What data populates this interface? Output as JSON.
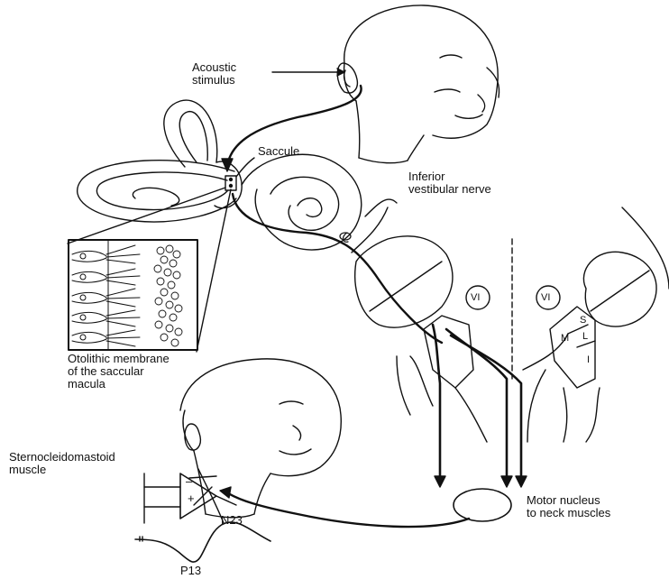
{
  "labels": {
    "acoustic_stimulus_1": "Acoustic",
    "acoustic_stimulus_2": "stimulus",
    "saccule": "Saccule",
    "inferior_vestibular_nerve_1": "Inferior",
    "inferior_vestibular_nerve_2": "vestibular nerve",
    "otolithic_1": "Otolithic membrane",
    "otolithic_2": "of the saccular",
    "otolithic_3": "macula",
    "scm_1": "Sternocleidomastoid",
    "scm_2": "muscle",
    "motor_nucleus_1": "Motor nucleus",
    "motor_nucleus_2": "to neck muscles",
    "nucleus_vi_left": "VI",
    "nucleus_vi_right": "VI",
    "nucleus_s": "S",
    "nucleus_m": "M",
    "nucleus_l": "L",
    "nucleus_i": "I",
    "n23": "N23",
    "p13": "P13",
    "amp_minus": "–",
    "amp_plus": "+"
  },
  "colors": {
    "line": "#111111",
    "background": "#ffffff",
    "skin": "#ffffff"
  }
}
